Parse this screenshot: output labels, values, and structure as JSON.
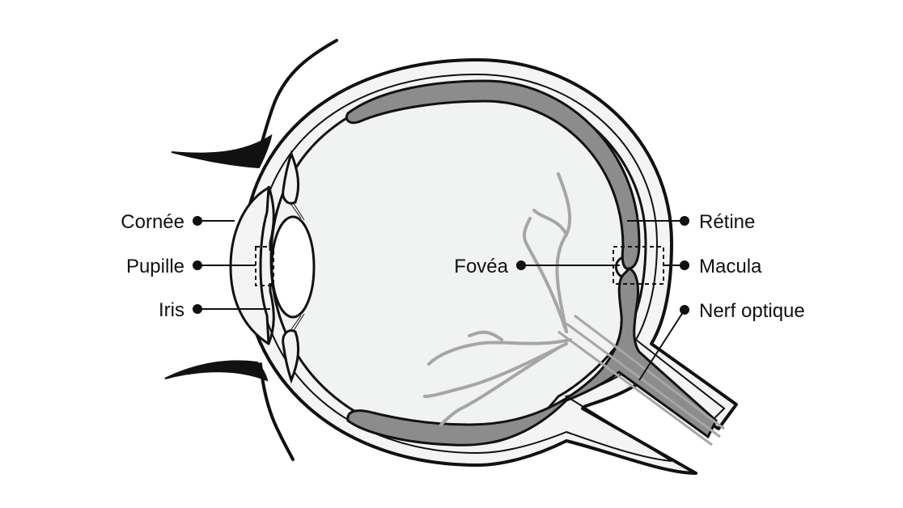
{
  "diagram": {
    "labels": {
      "cornea": "Cornée",
      "pupil": "Pupille",
      "iris": "Iris",
      "fovea": "Fovéa",
      "retina": "Rétine",
      "macula": "Macula",
      "optic_nerve": "Nerf optique"
    },
    "colors": {
      "outline": "#111111",
      "retina_fill": "#8c8c8c",
      "vitreous_fill": "#f1f2f2",
      "vessel": "#a6a6a6",
      "background": "#ffffff"
    }
  }
}
